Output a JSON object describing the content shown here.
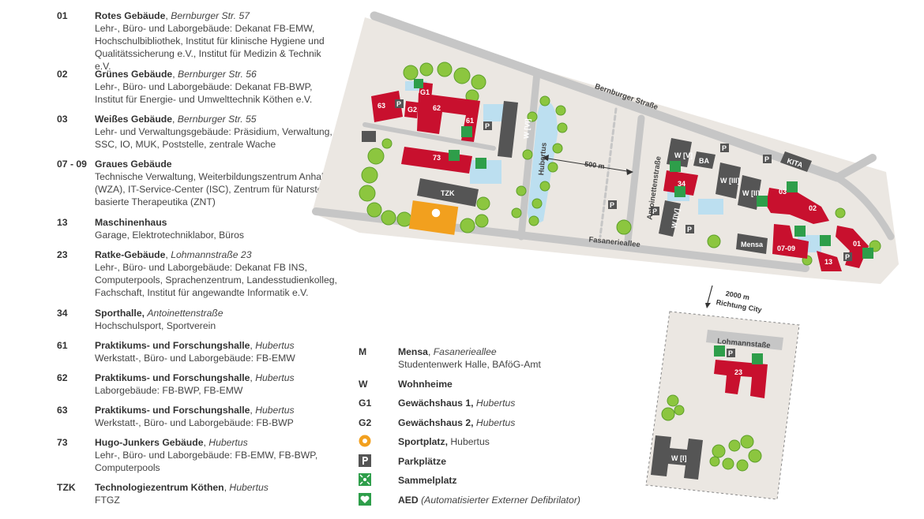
{
  "buildings": [
    {
      "code": "01",
      "name": "Rotes Gebäude",
      "address": "Bernburger Str. 57",
      "description": "Lehr-, Büro- und Laborgebäude: Dekanat FB-EMW, Hochschulbibliothek, Institut für klinische Hygiene und Qualitätssicherung e.V., Institut für Medizin & Technik e.V."
    },
    {
      "code": "02",
      "name": "Grünes Gebäude",
      "address": "Bernburger Str. 56",
      "description": "Lehr-, Büro- und Laborgebäude: Dekanat FB-BWP, Institut für Energie- und Umwelttechnik Köthen e.V."
    },
    {
      "code": "03",
      "name": "Weißes Gebäude",
      "address": "Bernburger Str. 55",
      "description": "Lehr- und Verwaltungsgebäude: Präsidium, Verwaltung, SSC, IO, MUK, Poststelle, zentrale Wache"
    },
    {
      "code": "07 - 09",
      "name": "Graues Gebäude",
      "address": "",
      "description": "Technische Verwaltung, Weiterbildungszentrum Anhalt (WZA), IT-Service-Center (ISC), Zentrum für Naturstoff-basierte Therapeutika (ZNT)"
    },
    {
      "code": "13",
      "name": "Maschinenhaus",
      "address": "",
      "description": "Garage, Elektrotechniklabor, Büros"
    },
    {
      "code": "23",
      "name": "Ratke-Gebäude",
      "address": "Lohmannstraße 23",
      "description": "Lehr-, Büro- und Laborgebäude: Dekanat FB INS, Computerpools, Sprachenzentrum, Landesstudienkolleg, Fachschaft, Institut für angewandte Informatik e.V."
    },
    {
      "code": "34",
      "name": "Sporthalle,",
      "address": "Antoinettenstraße",
      "description": "Hochschulsport, Sportverein"
    },
    {
      "code": "61",
      "name": "Praktikums- und Forschungshalle",
      "address": "Hubertus",
      "description": "Werkstatt-, Büro- und Laborgebäude: FB-EMW"
    },
    {
      "code": "62",
      "name": "Praktikums- und Forschungshalle",
      "address": "Hubertus",
      "description": "Laborgebäude: FB-BWP, FB-EMW"
    },
    {
      "code": "63",
      "name": "Praktikums- und Forschungshalle",
      "address": "Hubertus",
      "description": "Werkstatt-, Büro- und Laborgebäude: FB-BWP"
    },
    {
      "code": "73",
      "name": "Hugo-Junkers Gebäude",
      "address": "Hubertus",
      "description": "Lehr-, Büro- und Laborgebäude: FB-EMW, FB-BWP, Computerpools"
    },
    {
      "code": "TZK",
      "name": "Technologiezentrum Köthen",
      "address": "Hubertus",
      "description": "FTGZ"
    }
  ],
  "key": [
    {
      "code": "M",
      "name": "Mensa",
      "address": "Fasanerieallee",
      "description": "Studentenwerk Halle, BAföG-Amt"
    },
    {
      "code": "W",
      "name": "Wohnheime",
      "address": "",
      "description": ""
    },
    {
      "code": "G1",
      "name": "Gewächshaus 1,",
      "address": "Hubertus",
      "description": ""
    },
    {
      "code": "G2",
      "name": "Gewächshaus 2,",
      "address": "Hubertus",
      "description": ""
    },
    {
      "icon": "soccer-ball-icon",
      "name": "Sportplatz,",
      "address": "Hubertus",
      "description": ""
    },
    {
      "icon": "parking-icon",
      "name": "Parkplätze",
      "address": "",
      "description": ""
    },
    {
      "icon": "assembly-point-icon",
      "name": "Sammelplatz",
      "address": "",
      "description": ""
    },
    {
      "icon": "aed-heart-icon",
      "name": "AED",
      "address": "(Automatisierter Externer Defibrilator)",
      "description": ""
    }
  ],
  "map": {
    "streets": {
      "bernburger": "Bernburger Straße",
      "fasanerie": "Fasanerieallee",
      "hubertus": "Hubertus",
      "antoinetten": "Antoinettenstraße",
      "lohmann": "Lohmannstaße"
    },
    "distance_label": "500 m",
    "city_distance": "2000 m",
    "city_direction": "Richtung City",
    "labels": {
      "b63": "63",
      "b62": "62",
      "b61": "61",
      "b73": "73",
      "tzk": "TZK",
      "g1": "G1",
      "g2": "G2",
      "w6": "W [VI]",
      "w5": "W [V]",
      "w4": "W [IV]",
      "w3": "W [III]",
      "w2": "W [II]",
      "w1": "W [I]",
      "ba": "BA",
      "kita": "KITA",
      "b34": "34",
      "b03": "03",
      "b02": "02",
      "b01": "01",
      "b0709": "07-09",
      "b13": "13",
      "mensa": "Mensa",
      "b23": "23",
      "parking": "P"
    },
    "colors": {
      "red": "#c8102e",
      "gray": "#555555",
      "ground": "#ebe7e2",
      "road": "#c6c6c6",
      "water": "#bcdff0",
      "green": "#2e9e4a",
      "tree": "#8cc63f",
      "orange": "#f2a01e"
    }
  }
}
